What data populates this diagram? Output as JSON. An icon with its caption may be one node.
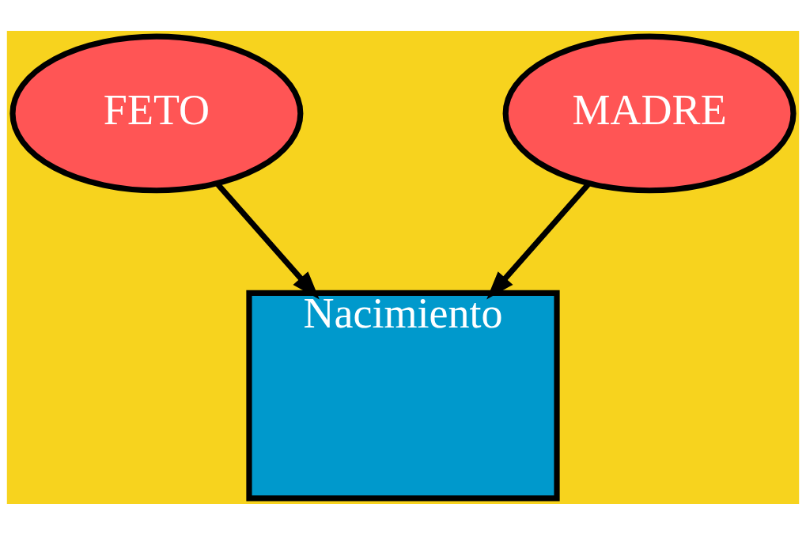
{
  "diagram": {
    "nodes": [
      {
        "text": [
          "FETO"
        ]
      },
      {
        "text": [
          "MADRE"
        ]
      },
      {
        "text": [
          "Nacimiento"
        ]
      }
    ],
    "edges": [
      {
        "from": 0,
        "to": 2,
        "arrow": "to"
      },
      {
        "from": 1,
        "to": 2,
        "arrow": "to"
      }
    ]
  }
}
